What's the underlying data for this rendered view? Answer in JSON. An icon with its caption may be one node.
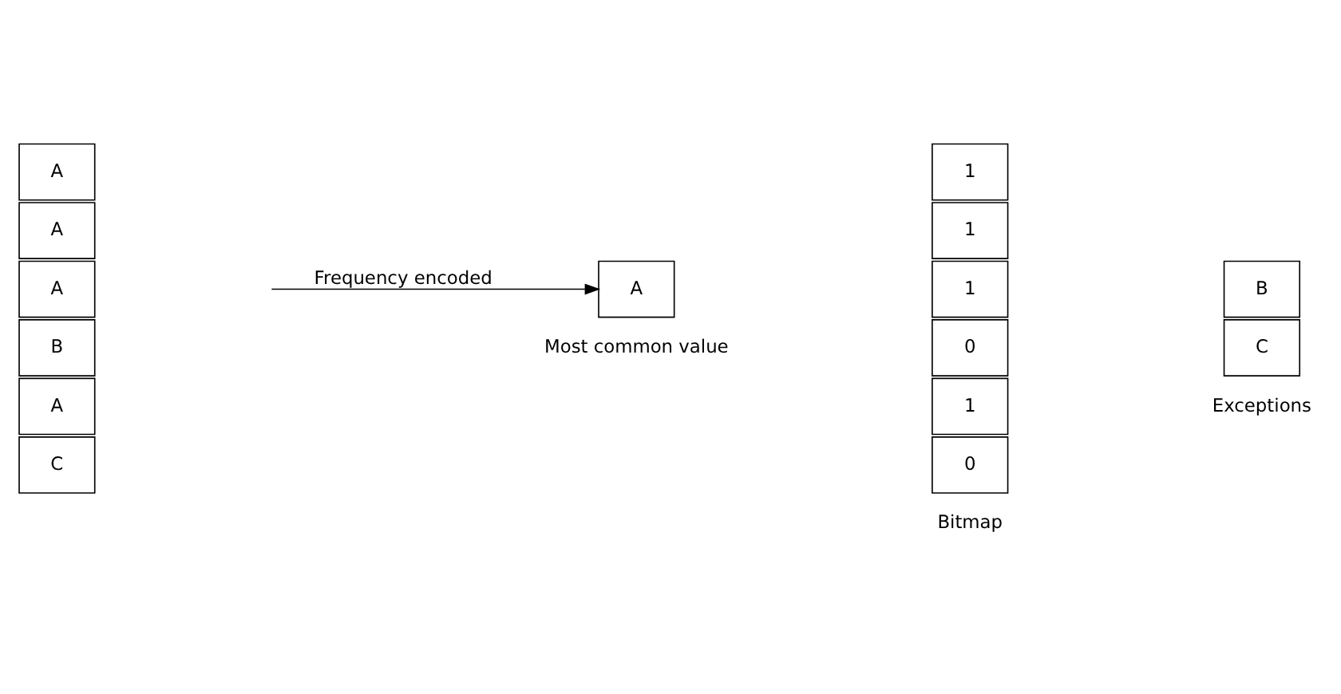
{
  "diagram": {
    "nodes": [
      {
        "text": [
          "A"
        ]
      },
      {
        "text": [
          "A"
        ]
      },
      {
        "text": [
          "A"
        ]
      },
      {
        "text": [
          "B"
        ]
      },
      {
        "text": [
          "A"
        ]
      },
      {
        "text": [
          "C"
        ]
      },
      {
        "text": [
          "A"
        ],
        "beside": [
          "Most common value"
        ]
      },
      {
        "text": [
          "1"
        ]
      },
      {
        "text": [
          "1"
        ]
      },
      {
        "text": [
          "1"
        ]
      },
      {
        "text": [
          "0"
        ]
      },
      {
        "text": [
          "1"
        ]
      },
      {
        "text": [
          "0"
        ]
      },
      {
        "text": [
          "B"
        ]
      },
      {
        "text": [
          "C"
        ]
      }
    ],
    "edges": [
      {
        "from": null,
        "to": 6,
        "arrow": "to",
        "label": "Frequency encoded"
      }
    ],
    "labels": [
      "Bitmap",
      "Exceptions"
    ]
  }
}
